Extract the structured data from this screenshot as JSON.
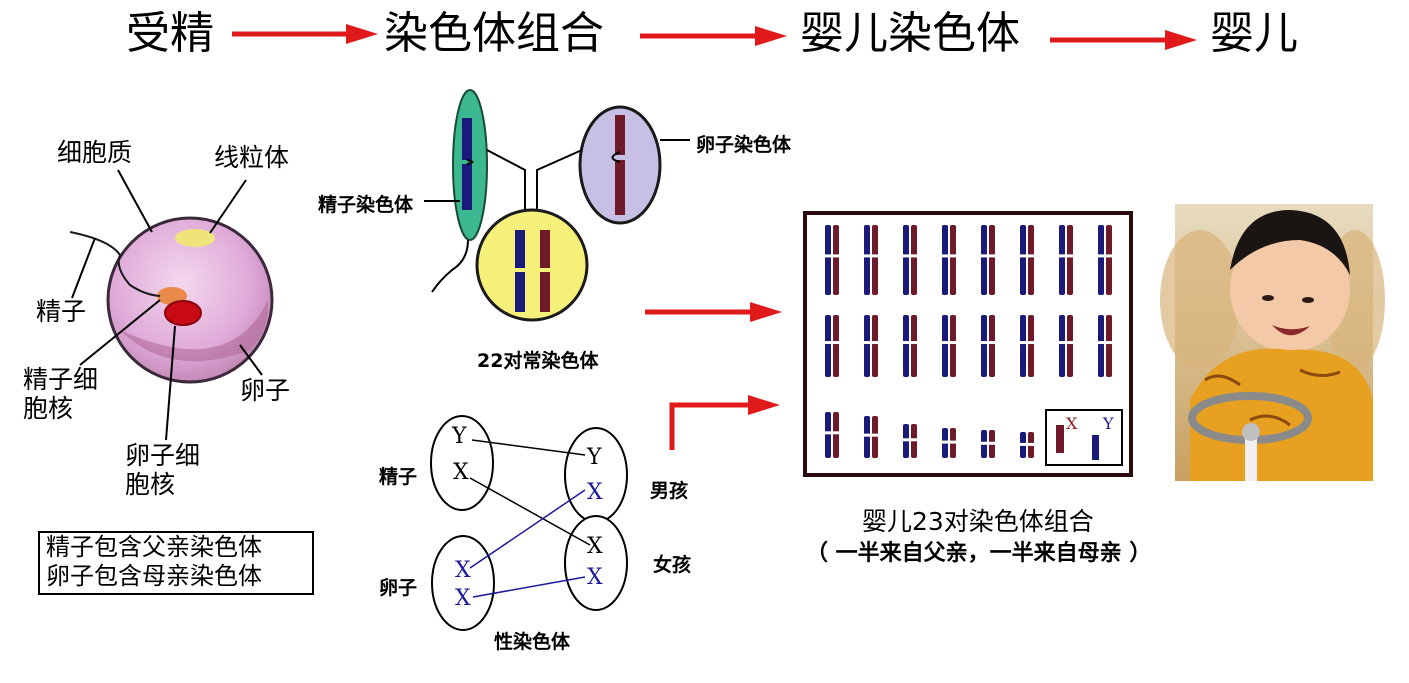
{
  "flow": {
    "step1": "受精",
    "step2": "染色体组合",
    "step3": "婴儿染色体",
    "step4": "婴儿"
  },
  "cell_labels": {
    "cytoplasm": "细胞质",
    "mitochondria": "线粒体",
    "sperm": "精子",
    "sperm_nucleus_line1": "精子细",
    "sperm_nucleus_line2": "胞核",
    "egg": "卵子",
    "egg_nucleus_line1": "卵子细",
    "egg_nucleus_line2": "胞核"
  },
  "note": {
    "line1": "精子包含父亲染色体",
    "line2": "卵子包含母亲染色体"
  },
  "chromosome_labels": {
    "sperm_chromosome": "精子染色体",
    "egg_chromosome": "卵子染色体",
    "autosomes": "22对常染色体"
  },
  "sex_chromosomes": {
    "sperm": "精子",
    "egg": "卵子",
    "caption": "性染色体",
    "boy": "男孩",
    "girl": "女孩",
    "sperm_letters": [
      "Y",
      "X"
    ],
    "egg_letters": [
      "X",
      "X"
    ],
    "boy_letters": [
      "Y",
      "X"
    ],
    "girl_letters": [
      "X",
      "X"
    ]
  },
  "karyotype": {
    "x_letter": "X",
    "y_letter": "Y",
    "caption_line1": "婴儿23对染色体组合",
    "caption_line2": "（ 一半来自父亲，一半来自母亲 ）"
  },
  "colors": {
    "arrow": "#e01a1a",
    "paternal": "#1a1a7a",
    "maternal": "#6e1a2a",
    "sperm_head": "#3cb890",
    "egg_cell": "#c8c0e4",
    "zygote": "#f5f07a",
    "ovum": "#e4b8e0"
  }
}
